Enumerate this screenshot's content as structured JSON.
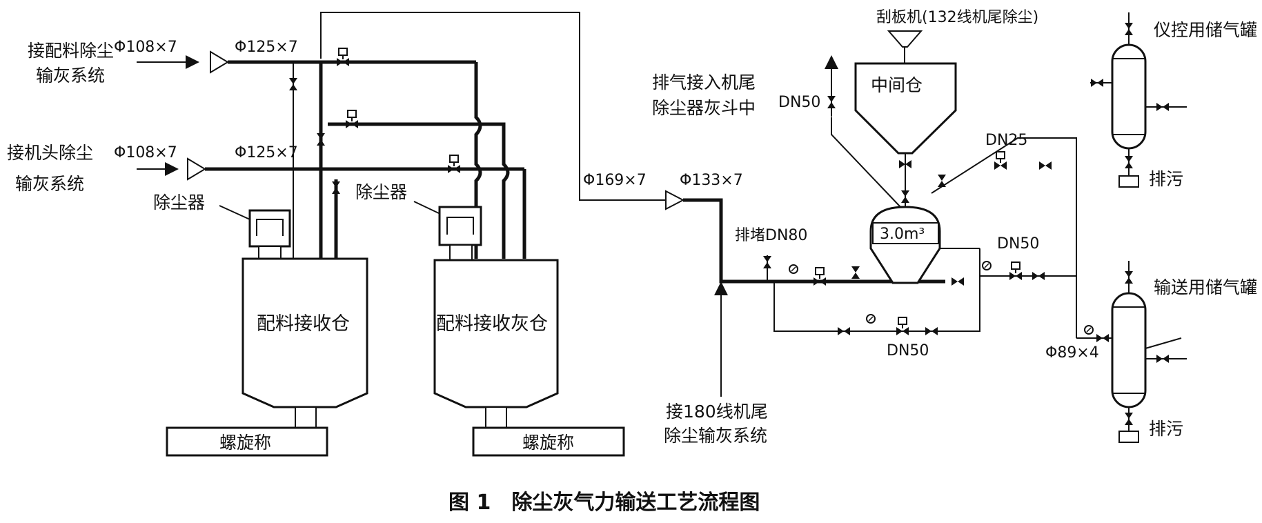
{
  "labels": {
    "src1_line1": "接配料除尘",
    "src1_line2": "输灰系统",
    "src1_pipe_a": "Φ108×7",
    "src1_pipe_b": "Φ125×7",
    "src2_line1": "接机头除尘",
    "src2_line2": "输灰系统",
    "src2_pipe_a": "Φ108×7",
    "src2_pipe_b": "Φ125×7",
    "dust_collector_1": "除尘器",
    "dust_collector_2": "除尘器",
    "bin_1": "配料接收仓",
    "bin_2": "配料接收灰仓",
    "scale_1": "螺旋称",
    "scale_2": "螺旋称",
    "main_pipe_a": "Φ169×7",
    "main_pipe_b": "Φ133×7",
    "block_dn80": "排堵DN80",
    "src3_line1": "接180线机尾",
    "src3_line2": "除尘输灰系统",
    "scraper": "刮板机(132线机尾除尘)",
    "vent_line1": "排气接入机尾",
    "vent_line2": "除尘器灰斗中",
    "vent_dn50": "DN50",
    "intermediate_bin": "中间仓",
    "tank_volume": "3.0m³",
    "dn25": "DN25",
    "dn50_right": "DN50",
    "dn50_bottom": "DN50",
    "instrument_tank": "仪控用储气罐",
    "drain_1": "排污",
    "conveying_tank": "输送用储气罐",
    "tank_pipe": "Φ89×4",
    "drain_2": "排污",
    "caption": "图 1　除尘灰气力输送工艺流程图"
  }
}
